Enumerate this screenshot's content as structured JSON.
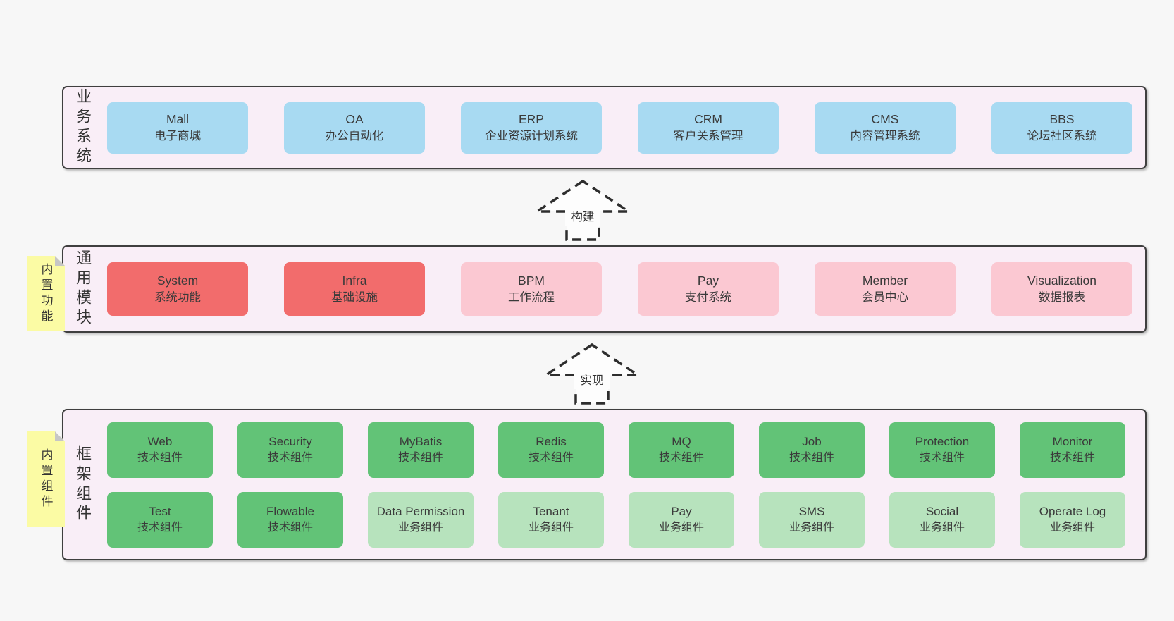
{
  "palette": {
    "page_bg": "#f7f7f7",
    "container_bg": "#f9eef7",
    "container_border": "#3f3f3f",
    "note_bg": "#fbfba4",
    "note_fold": "#c6c6c6",
    "blue": "#a8daf2",
    "red": "#f26c6c",
    "pink": "#fbc8d2",
    "green": "#62c377",
    "lightgreen": "#b7e3bd",
    "text": "#3a3a3a"
  },
  "arrows": [
    {
      "label": "构建"
    },
    {
      "label": "实现"
    }
  ],
  "layers": [
    {
      "label": "业务系统",
      "note": null,
      "rows": [
        [
          {
            "title": "Mall",
            "sub": "电子商城",
            "color": "blue",
            "slug": "mall"
          },
          {
            "title": "OA",
            "sub": "办公自动化",
            "color": "blue",
            "slug": "oa"
          },
          {
            "title": "ERP",
            "sub": "企业资源计划系统",
            "color": "blue",
            "slug": "erp"
          },
          {
            "title": "CRM",
            "sub": "客户关系管理",
            "color": "blue",
            "slug": "crm"
          },
          {
            "title": "CMS",
            "sub": "内容管理系统",
            "color": "blue",
            "slug": "cms"
          },
          {
            "title": "BBS",
            "sub": "论坛社区系统",
            "color": "blue",
            "slug": "bbs"
          }
        ]
      ]
    },
    {
      "label": "通用模块",
      "note": "内置功能",
      "rows": [
        [
          {
            "title": "System",
            "sub": "系统功能",
            "color": "red",
            "slug": "system"
          },
          {
            "title": "Infra",
            "sub": "基础设施",
            "color": "red",
            "slug": "infra"
          },
          {
            "title": "BPM",
            "sub": "工作流程",
            "color": "pink",
            "slug": "bpm"
          },
          {
            "title": "Pay",
            "sub": "支付系统",
            "color": "pink",
            "slug": "pay-module"
          },
          {
            "title": "Member",
            "sub": "会员中心",
            "color": "pink",
            "slug": "member"
          },
          {
            "title": "Visualization",
            "sub": "数据报表",
            "color": "pink",
            "slug": "visualization"
          }
        ]
      ]
    },
    {
      "label": "框架组件",
      "note": "内置组件",
      "rows": [
        [
          {
            "title": "Web",
            "sub": "技术组件",
            "color": "green",
            "slug": "web"
          },
          {
            "title": "Security",
            "sub": "技术组件",
            "color": "green",
            "slug": "security"
          },
          {
            "title": "MyBatis",
            "sub": "技术组件",
            "color": "green",
            "slug": "mybatis"
          },
          {
            "title": "Redis",
            "sub": "技术组件",
            "color": "green",
            "slug": "redis"
          },
          {
            "title": "MQ",
            "sub": "技术组件",
            "color": "green",
            "slug": "mq"
          },
          {
            "title": "Job",
            "sub": "技术组件",
            "color": "green",
            "slug": "job"
          },
          {
            "title": "Protection",
            "sub": "技术组件",
            "color": "green",
            "slug": "protection"
          },
          {
            "title": "Monitor",
            "sub": "技术组件",
            "color": "green",
            "slug": "monitor"
          }
        ],
        [
          {
            "title": "Test",
            "sub": "技术组件",
            "color": "green",
            "slug": "test"
          },
          {
            "title": "Flowable",
            "sub": "技术组件",
            "color": "green",
            "slug": "flowable"
          },
          {
            "title": "Data Permission",
            "sub": "业务组件",
            "color": "lightgreen",
            "slug": "data-permission"
          },
          {
            "title": "Tenant",
            "sub": "业务组件",
            "color": "lightgreen",
            "slug": "tenant"
          },
          {
            "title": "Pay",
            "sub": "业务组件",
            "color": "lightgreen",
            "slug": "pay-component"
          },
          {
            "title": "SMS",
            "sub": "业务组件",
            "color": "lightgreen",
            "slug": "sms"
          },
          {
            "title": "Social",
            "sub": "业务组件",
            "color": "lightgreen",
            "slug": "social"
          },
          {
            "title": "Operate Log",
            "sub": "业务组件",
            "color": "lightgreen",
            "slug": "operate-log"
          }
        ]
      ]
    }
  ]
}
